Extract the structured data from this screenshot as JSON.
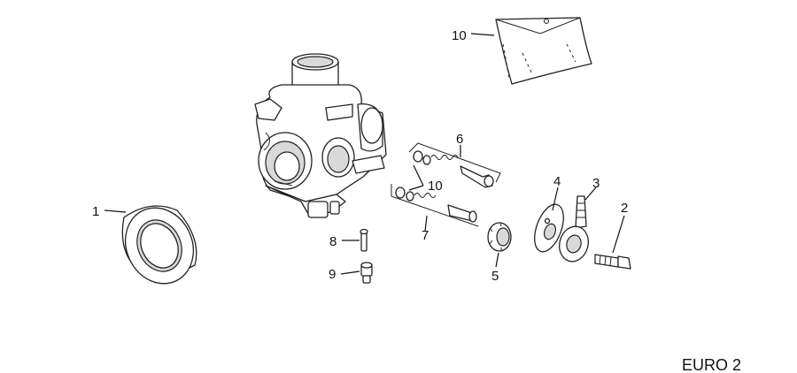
{
  "callouts": {
    "c1": "1",
    "c2": "2",
    "c3": "3",
    "c4": "4",
    "c5": "5",
    "c6": "6",
    "c7": "7",
    "c8": "8",
    "c9": "9",
    "c10_bag": "10",
    "c10_kit": "10"
  },
  "edition_label": "EURO 2"
}
